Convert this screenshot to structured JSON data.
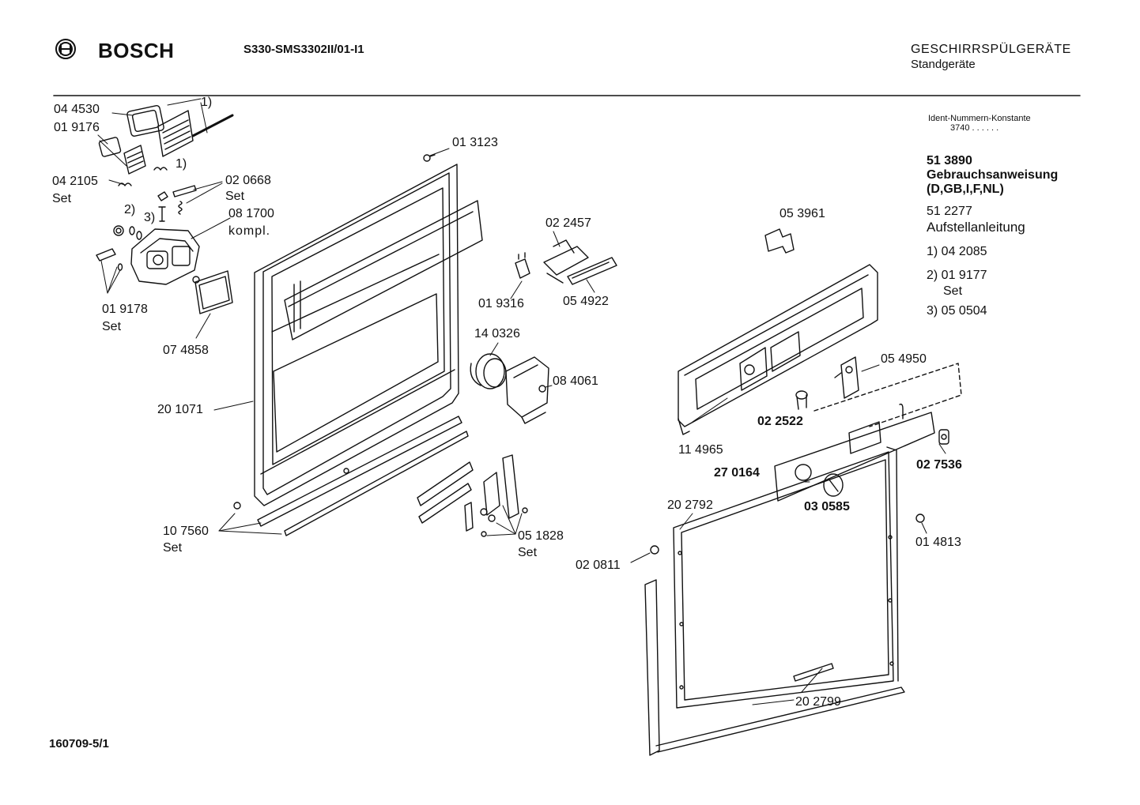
{
  "header": {
    "brand": "BOSCH",
    "model": "S330-SMS3302II/01-I1",
    "category": "GESCHIRRSPÜLGERÄTE",
    "subcategory": "Standgeräte"
  },
  "ident": {
    "label": "Ident-Nummern-Konstante",
    "value": "3740  . .   . . . ."
  },
  "notes": {
    "doc1_num": "51 3890",
    "doc1_title": "Gebrauchsanweisung",
    "doc1_langs": "(D,GB,I,F,NL)",
    "doc2_num": "51 2277",
    "doc2_title": "Aufstellanleitung",
    "fn1": "1) 04 2085",
    "fn2": "2) 01 9177",
    "fn2_set": "Set",
    "fn3": "3) 05 0504"
  },
  "footer": {
    "drawing_no": "160709-5/1"
  },
  "parts": {
    "p044530": "04 4530",
    "fn1a": "1)",
    "p019176": "01 9176",
    "fn1b": "1)",
    "p042105": "04 2105",
    "set042105": "Set",
    "p020668": "02 0668",
    "set020668": "Set",
    "fn2": "2)",
    "fn3": "3)",
    "p081700": "08 1700",
    "kompl": "kompl.",
    "p019178": "01 9178",
    "set019178": "Set",
    "p074858": "07 4858",
    "p201071": "20 1071",
    "p107560": "10 7560",
    "set107560": "Set",
    "p013123": "01 3123",
    "p022457": "02 2457",
    "p019316": "01 9316",
    "p054922": "05 4922",
    "p140326": "14 0326",
    "p084061": "08 4061",
    "p051828": "05 1828",
    "set051828": "Set",
    "p020811": "02 0811",
    "p053961": "05 3961",
    "p054950": "05 4950",
    "p022522": "02 2522",
    "p114965": "11 4965",
    "p270164": "27 0164",
    "p027536": "02 7536",
    "p202792": "20 2792",
    "p030585": "03 0585",
    "p014813": "01 4813",
    "p202799": "20 2799"
  }
}
